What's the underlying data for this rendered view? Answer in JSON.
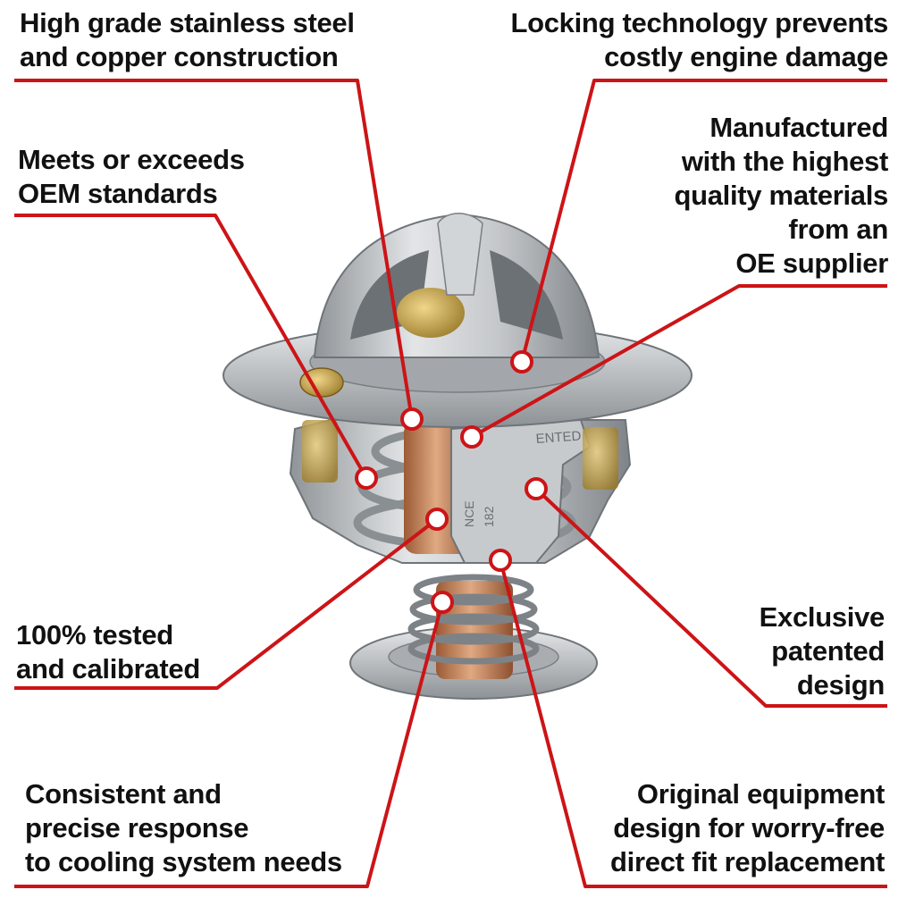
{
  "colors": {
    "callout_line": "#cc1417",
    "text": "#111111",
    "steel": "#b9bcbf",
    "steel_dark": "#7d8286",
    "copper": "#c98a60",
    "brass": "#c9a64a"
  },
  "callouts": {
    "stainless": {
      "lines": [
        "High grade stainless steel",
        "and copper construction"
      ]
    },
    "locking": {
      "lines": [
        "Locking technology prevents",
        "costly engine damage"
      ]
    },
    "oem": {
      "lines": [
        "Meets or exceeds",
        "OEM standards"
      ]
    },
    "manufactured": {
      "lines": [
        "Manufactured",
        "with the highest",
        "quality materials",
        "from an",
        "OE supplier"
      ]
    },
    "tested": {
      "lines": [
        "100% tested",
        "and calibrated"
      ]
    },
    "exclusive": {
      "lines": [
        "Exclusive",
        "patented",
        "design"
      ]
    },
    "consistent": {
      "lines": [
        "Consistent and",
        "precise response",
        "to cooling system needs"
      ]
    },
    "original": {
      "lines": [
        "Original equipment",
        "design for worry-free",
        "direct fit replacement"
      ]
    }
  },
  "part_stamp": {
    "top": "ENTED",
    "side_1": "NCE",
    "side_2": "182"
  }
}
